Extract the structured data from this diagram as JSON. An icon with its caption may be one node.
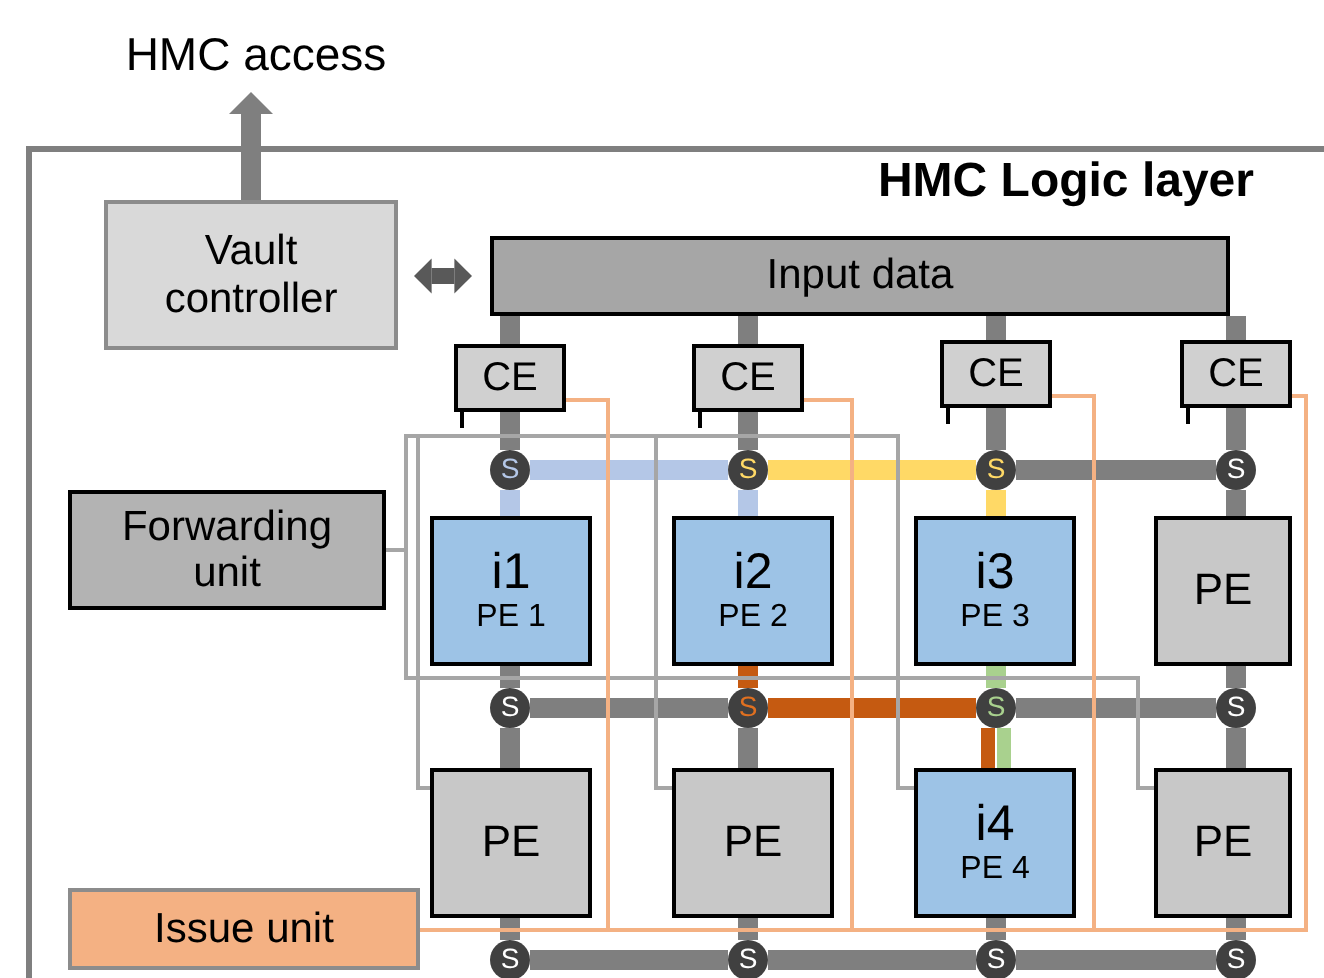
{
  "diagram": {
    "nodes": [
      {
        "text": [
          "HMC access"
        ]
      },
      {
        "text": [
          "HMC Logic layer"
        ]
      },
      {
        "text": [
          "Vault controller"
        ],
        "in": 1
      },
      {
        "text": [
          "Input data"
        ],
        "in": 1
      },
      {
        "text": [
          "CE"
        ],
        "in": 1
      },
      {
        "text": [
          "CE"
        ],
        "in": 1
      },
      {
        "text": [
          "CE"
        ],
        "in": 1
      },
      {
        "text": [
          "CE"
        ],
        "in": 1
      },
      {
        "text": [
          "S"
        ],
        "in": 1
      },
      {
        "text": [
          "S"
        ],
        "in": 1
      },
      {
        "text": [
          "S"
        ],
        "in": 1
      },
      {
        "text": [
          "S"
        ],
        "in": 1
      },
      {
        "text": [
          "Forwarding unit"
        ],
        "in": 1
      },
      {
        "text": [
          "i1",
          "PE 1"
        ],
        "in": 1
      },
      {
        "text": [
          "i2",
          "PE 2"
        ],
        "in": 1
      },
      {
        "text": [
          "i3",
          "PE 3"
        ],
        "in": 1
      },
      {
        "text": [
          "PE"
        ],
        "in": 1
      },
      {
        "text": [
          "S"
        ],
        "in": 1
      },
      {
        "text": [
          "S"
        ],
        "in": 1
      },
      {
        "text": [
          "S"
        ],
        "in": 1
      },
      {
        "text": [
          "S"
        ],
        "in": 1
      },
      {
        "text": [
          "PE"
        ],
        "in": 1
      },
      {
        "text": [
          "PE"
        ],
        "in": 1
      },
      {
        "text": [
          "i4",
          "PE 4"
        ],
        "in": 1
      },
      {
        "text": [
          "PE"
        ],
        "in": 1
      },
      {
        "text": [
          "Issue unit"
        ],
        "in": 1
      },
      {
        "text": [
          "S"
        ],
        "in": 1
      },
      {
        "text": [
          "S"
        ],
        "in": 1
      },
      {
        "text": [
          "S"
        ],
        "in": 1
      },
      {
        "text": [
          "S"
        ],
        "in": 1
      }
    ],
    "edges": [
      {
        "from": 2,
        "to": 0,
        "arrow": "to"
      },
      {
        "from": 2,
        "to": 3,
        "arrow": "both",
        "color": "#595959"
      },
      {
        "from": 3,
        "to": 4,
        "arrow": "none"
      },
      {
        "from": 3,
        "to": 5,
        "arrow": "none"
      },
      {
        "from": 3,
        "to": 6,
        "arrow": "none"
      },
      {
        "from": 3,
        "to": 7,
        "arrow": "none"
      },
      {
        "from": 4,
        "to": 8,
        "arrow": "none"
      },
      {
        "from": 5,
        "to": 9,
        "arrow": "none"
      },
      {
        "from": 6,
        "to": 10,
        "arrow": "none"
      },
      {
        "from": 7,
        "to": 11,
        "arrow": "none"
      },
      {
        "from": 8,
        "to": 13,
        "arrow": "none",
        "color": "#b4c7e7"
      },
      {
        "from": 9,
        "to": 14,
        "arrow": "none",
        "color": "#b4c7e7"
      },
      {
        "from": 10,
        "to": 15,
        "arrow": "none",
        "color": "#ffd966"
      },
      {
        "from": 11,
        "to": 16,
        "arrow": "none"
      },
      {
        "from": 8,
        "to": 9,
        "arrow": "none",
        "color": "#b4c7e7"
      },
      {
        "from": 9,
        "to": 10,
        "arrow": "none",
        "color": "#ffd966"
      },
      {
        "from": 10,
        "to": 11,
        "arrow": "none"
      },
      {
        "from": 13,
        "to": 17,
        "arrow": "none"
      },
      {
        "from": 14,
        "to": 18,
        "arrow": "none",
        "color": "#c55a11"
      },
      {
        "from": 15,
        "to": 19,
        "arrow": "none",
        "color": "#a9d18e"
      },
      {
        "from": 16,
        "to": 20,
        "arrow": "none"
      },
      {
        "from": 17,
        "to": 18,
        "arrow": "none"
      },
      {
        "from": 18,
        "to": 19,
        "arrow": "none",
        "color": "#c55a11"
      },
      {
        "from": 19,
        "to": 20,
        "arrow": "none"
      },
      {
        "from": 17,
        "to": 21,
        "arrow": "none"
      },
      {
        "from": 18,
        "to": 22,
        "arrow": "none"
      },
      {
        "from": 19,
        "to": 23,
        "arrow": "none",
        "color": "#c55a11"
      },
      {
        "from": 20,
        "to": 24,
        "arrow": "none"
      },
      {
        "from": 21,
        "to": 26,
        "arrow": "none"
      },
      {
        "from": 22,
        "to": 27,
        "arrow": "none"
      },
      {
        "from": 23,
        "to": 28,
        "arrow": "none"
      },
      {
        "from": 24,
        "to": 29,
        "arrow": "none"
      },
      {
        "from": 26,
        "to": 27,
        "arrow": "none"
      },
      {
        "from": 27,
        "to": 28,
        "arrow": "none"
      },
      {
        "from": 28,
        "to": 29,
        "arrow": "none"
      },
      {
        "from": 19,
        "to": 23,
        "arrow": "none",
        "color": "#a9d18e"
      },
      {
        "from": 12,
        "to": 21,
        "arrow": "none",
        "color": "#a6a6a6"
      },
      {
        "from": 12,
        "to": 22,
        "arrow": "none",
        "color": "#a6a6a6"
      },
      {
        "from": 12,
        "to": 23,
        "arrow": "none",
        "color": "#a6a6a6"
      },
      {
        "from": 12,
        "to": 24,
        "arrow": "none",
        "color": "#a6a6a6"
      },
      {
        "from": 25,
        "to": 4,
        "arrow": "none",
        "color": "#f4b183"
      },
      {
        "from": 25,
        "to": 5,
        "arrow": "none",
        "color": "#f4b183"
      },
      {
        "from": 25,
        "to": 6,
        "arrow": "none",
        "color": "#f4b183"
      },
      {
        "from": 25,
        "to": 7,
        "arrow": "none",
        "color": "#f4b183"
      }
    ]
  }
}
